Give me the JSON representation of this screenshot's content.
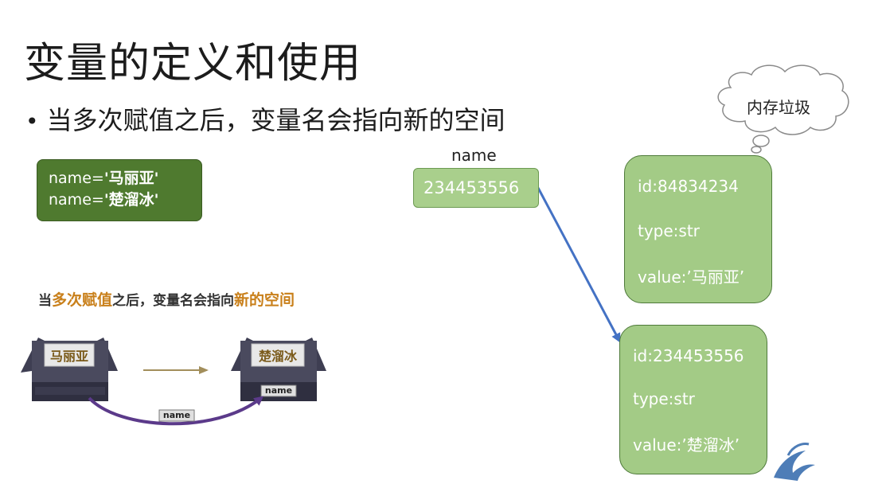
{
  "slide": {
    "title": "变量的定义和使用",
    "bullet": "当多次赋值之后，变量名会指向新的空间"
  },
  "code": {
    "line1_prefix": "name=",
    "line1_value": "'马丽亚'",
    "line2_prefix": "name=",
    "line2_value": "'楚溜冰'"
  },
  "variable": {
    "label": "name",
    "id_value": "234453556"
  },
  "memory": {
    "garbage_label": "内存垃圾",
    "old": {
      "id": "id:84834234",
      "type": "type:str",
      "value": "value:’马丽亚’"
    },
    "new": {
      "id": "id:234453556",
      "type": "type:str",
      "value": "value:’楚溜冰’"
    }
  },
  "illustration": {
    "caption_part1": "当",
    "caption_part2": "多次赋值",
    "caption_part3": "之后，变量名会指向",
    "caption_part4": "新的空间",
    "box_left_label": "马丽亚",
    "box_right_label": "楚溜冰",
    "tag_right": "name",
    "tag_bottom": "name"
  },
  "colors": {
    "code_bg": "#4f7a2f",
    "var_bg": "#a9cf8c",
    "mem_bg": "#a3cb86",
    "arrow": "#4472c4",
    "highlight": "#c9801b",
    "box_dark": "#4a4a5e"
  }
}
